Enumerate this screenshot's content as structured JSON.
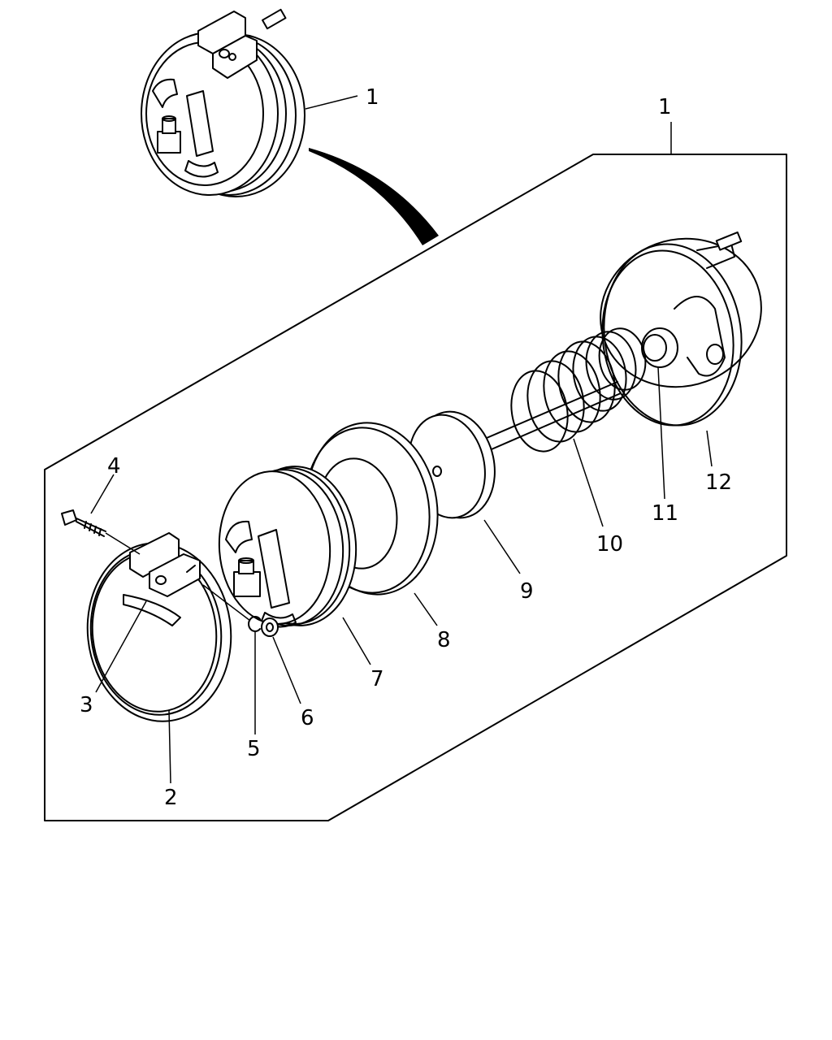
{
  "labels": {
    "assembly_top": "1",
    "assembly_frame": "1",
    "clamp_band": "2",
    "insert": "3",
    "bolt": "4",
    "snap_ring": "5",
    "washer": "6",
    "front_housing": "7",
    "diaphragm": "8",
    "piston": "9",
    "spring": "10",
    "bushing": "11",
    "rear_housing": "12"
  },
  "colors": {
    "line": "#000000",
    "background": "#ffffff"
  }
}
